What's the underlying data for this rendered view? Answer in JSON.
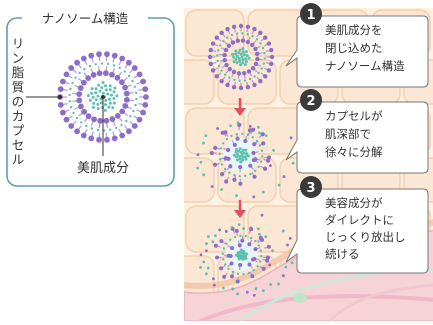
{
  "colors": {
    "frame": "#5fa0a8",
    "lipid_head": "#8c6ec6",
    "lipid_tail": "#b7a0dc",
    "core_dot": "#5cc0b0",
    "arrow": "#e05060",
    "skin_cell": "#fbe7d3",
    "skin_line": "#f5cfae",
    "step_badge": "#3a3a3a"
  },
  "left_panel": {
    "title": "ナノソーム構造",
    "label_vertical": "リン脂質のカプセル",
    "label_bottom": "美肌成分"
  },
  "steps": [
    {
      "number": "1",
      "lines": [
        "美肌成分を",
        "閉じ込めた",
        "ナノソーム構造"
      ]
    },
    {
      "number": "2",
      "lines": [
        "カプセルが",
        "肌深部で",
        "徐々に分解"
      ]
    },
    {
      "number": "3",
      "lines": [
        "美容成分が",
        "ダイレクトに",
        "じっくり放出し",
        "続ける"
      ]
    }
  ]
}
